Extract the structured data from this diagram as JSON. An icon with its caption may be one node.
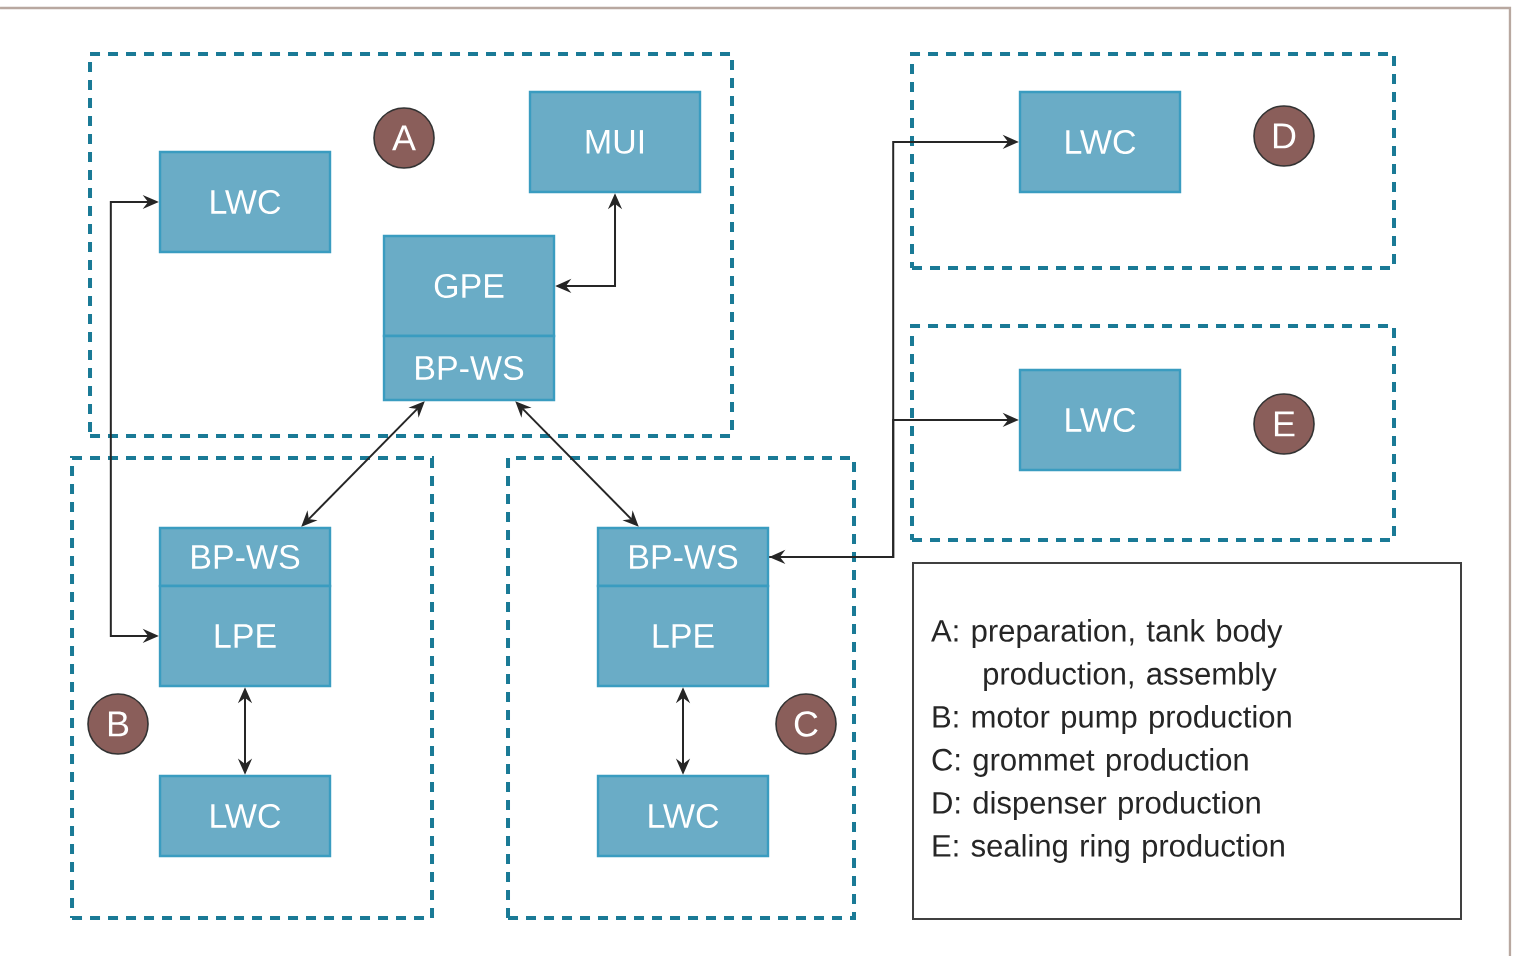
{
  "diagram": {
    "nodes": [
      {
        "text": [],
        "shape": "box"
      },
      {
        "text": [
          "A"
        ],
        "in": 0
      },
      {
        "text": [
          "LWC"
        ],
        "in": 0
      },
      {
        "text": [
          "MUI"
        ],
        "in": 0
      },
      {
        "text": [
          "GPE"
        ],
        "in": 0
      },
      {
        "text": [
          "BP-WS"
        ],
        "in": 0
      },
      {
        "text": [],
        "shape": "box"
      },
      {
        "text": [
          "B"
        ],
        "in": 6
      },
      {
        "text": [
          "BP-WS"
        ],
        "in": 6
      },
      {
        "text": [
          "LPE"
        ],
        "in": 6
      },
      {
        "text": [
          "LWC"
        ],
        "in": 6
      },
      {
        "text": [],
        "shape": "box"
      },
      {
        "text": [
          "C"
        ],
        "in": 11
      },
      {
        "text": [
          "BP-WS"
        ],
        "in": 11
      },
      {
        "text": [
          "LPE"
        ],
        "in": 11
      },
      {
        "text": [
          "LWC"
        ],
        "in": 11
      },
      {
        "text": [],
        "shape": "box"
      },
      {
        "text": [
          "LWC"
        ],
        "in": 16
      },
      {
        "text": [
          "D"
        ],
        "in": 16
      },
      {
        "text": [],
        "shape": "box"
      },
      {
        "text": [
          "LWC"
        ],
        "in": 19
      },
      {
        "text": [
          "E"
        ],
        "in": 19
      },
      {
        "text": [
          "A: preparation, tank body production, assembly",
          "B: motor pump production",
          "C: grommet production",
          "D: dispenser production",
          "E: sealing ring production"
        ]
      }
    ],
    "edges": [
      {
        "from": 2,
        "to": 9,
        "arrow": "both"
      },
      {
        "from": 3,
        "to": 4,
        "arrow": "both"
      },
      {
        "from": 5,
        "to": 8,
        "arrow": "both"
      },
      {
        "from": 5,
        "to": 13,
        "arrow": "both"
      },
      {
        "from": 13,
        "to": 17,
        "arrow": "both"
      },
      {
        "from": 13,
        "to": 20,
        "arrow": "to"
      },
      {
        "from": 9,
        "to": 10,
        "arrow": "both"
      },
      {
        "from": 14,
        "to": 15,
        "arrow": "both"
      }
    ]
  }
}
